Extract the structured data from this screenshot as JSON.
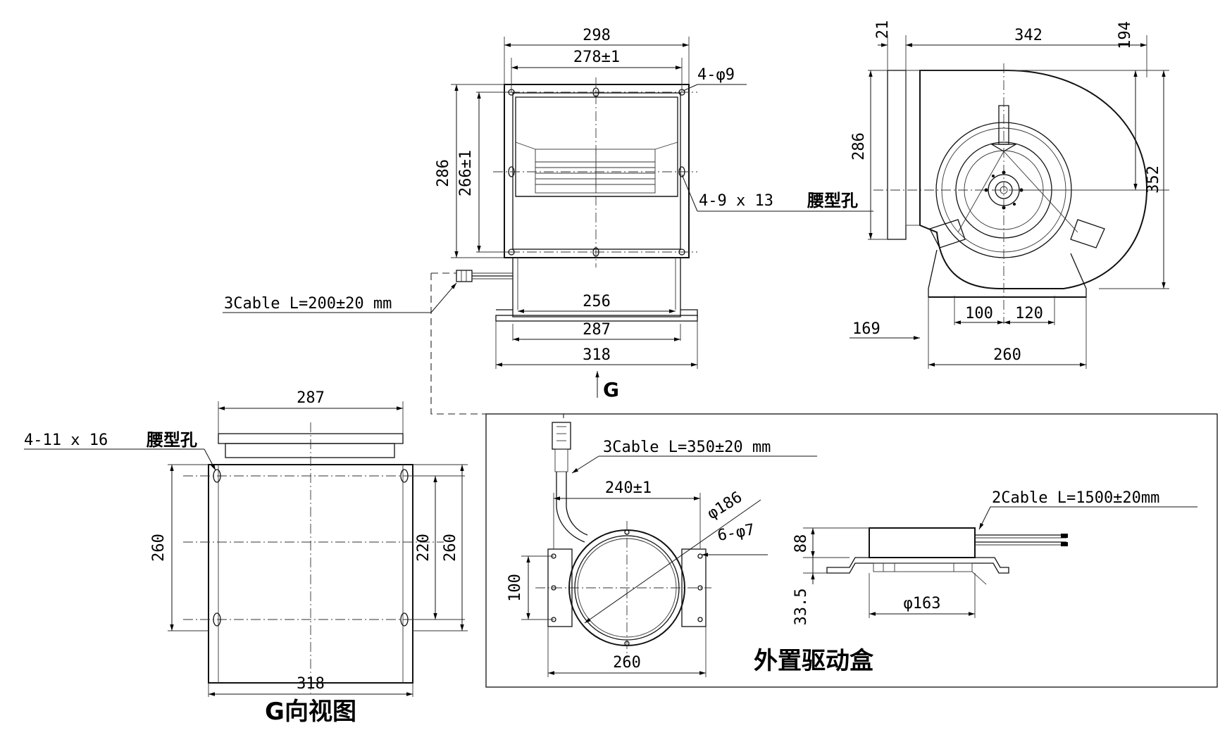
{
  "views": {
    "front": {
      "width_outer": "298",
      "width_holes": "278±1",
      "holes_label": "4-φ9",
      "height_outer": "286",
      "height_holes": "266±1",
      "slot_label": "4-9 x 13",
      "slot_name": "腰型孔",
      "cable_label": "3Cable L=200±20 mm",
      "base_inner": "256",
      "base_mid": "287",
      "base_outer": "318",
      "view_marker": "G"
    },
    "side": {
      "flange_thk": "21",
      "depth": "342",
      "top_offset": "194",
      "height": "286",
      "total_height": "352",
      "base_left": "100",
      "base_right": "120",
      "base_height": "169",
      "base_width": "260"
    },
    "bottom": {
      "width_top": "287",
      "slot_label": "4-11 x 16",
      "slot_name": "腰型孔",
      "height_left": "260",
      "height_inner": "220",
      "height_right": "260",
      "width_bottom": "318",
      "caption": "G向视图"
    },
    "driver": {
      "cable_label": "3Cable L=350±20 mm",
      "mount_width": "240±1",
      "diameter": "φ186",
      "holes": "6-φ7",
      "height_left": "100",
      "width_bottom": "260",
      "cable2_label": "2Cable L=1500±20mm",
      "side_height": "88",
      "side_flange": "33.5",
      "side_diameter": "φ163",
      "caption": "外置驱动盒"
    }
  }
}
